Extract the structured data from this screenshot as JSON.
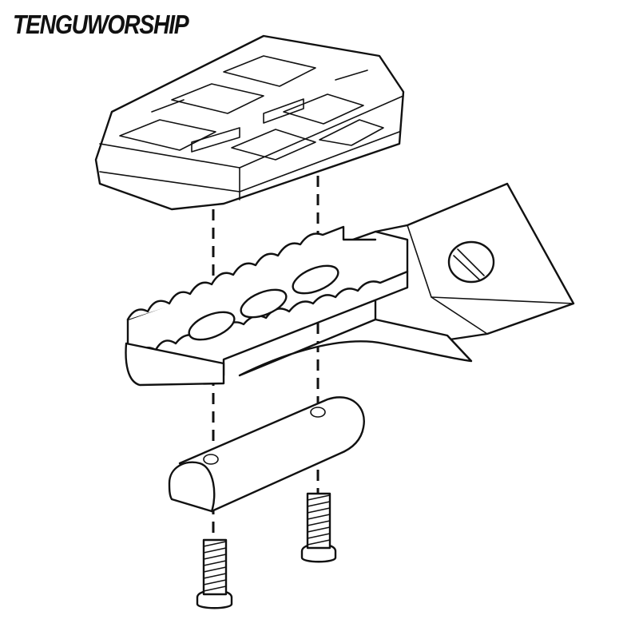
{
  "brand": {
    "logo_text": "TENGUWORSHIP",
    "color": "#111111"
  },
  "diagram": {
    "parts": [
      {
        "name": "tread-pad"
      },
      {
        "name": "foot-peg-body"
      },
      {
        "name": "mounting-bar"
      },
      {
        "name": "bolt-left"
      },
      {
        "name": "bolt-right"
      }
    ]
  }
}
